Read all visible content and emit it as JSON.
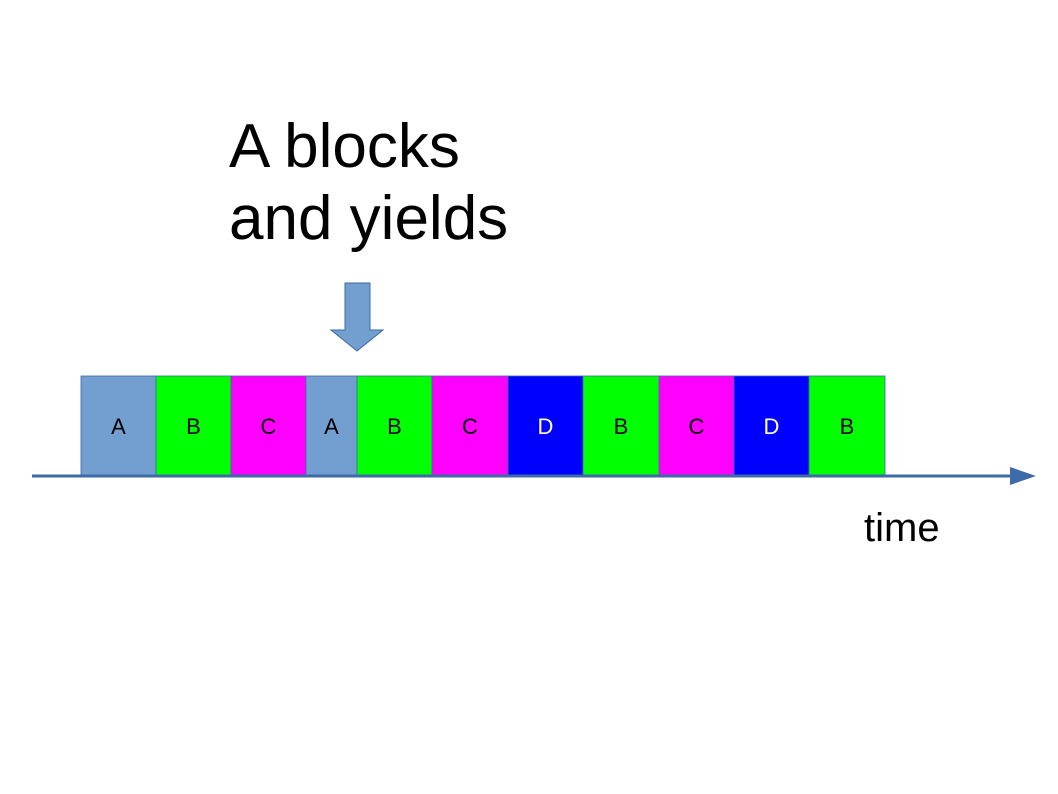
{
  "annotation": {
    "line1": "A blocks",
    "line2": "and yields"
  },
  "axis": {
    "label": "time",
    "color": "#3d6aa8"
  },
  "arrow_color": "#729fcf",
  "colors": {
    "A": "#729fcf",
    "B": "#00ff00",
    "C": "#ff00ff",
    "D": "#0000ff"
  },
  "text_colors": {
    "A": "#000000",
    "B": "#000000",
    "C": "#000000",
    "D": "#ffffff"
  },
  "timeline": [
    {
      "label": "A",
      "process": "A"
    },
    {
      "label": "B",
      "process": "B"
    },
    {
      "label": "C",
      "process": "C"
    },
    {
      "label": "A",
      "process": "A"
    },
    {
      "label": "B",
      "process": "B"
    },
    {
      "label": "C",
      "process": "C"
    },
    {
      "label": "D",
      "process": "D"
    },
    {
      "label": "B",
      "process": "B"
    },
    {
      "label": "C",
      "process": "C"
    },
    {
      "label": "D",
      "process": "D"
    },
    {
      "label": "B",
      "process": "B"
    }
  ]
}
